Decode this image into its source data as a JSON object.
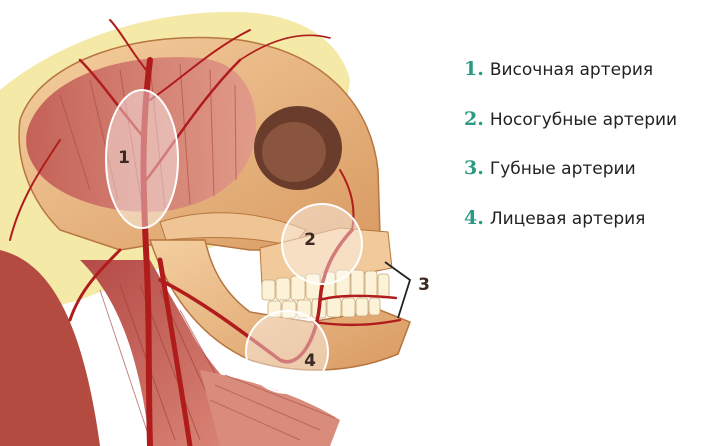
{
  "colors": {
    "accent": "#2a9a82",
    "artery": "#b01c1c",
    "bone": "#e8b887",
    "muscle": "#c76a5a",
    "skin": "#f4e9a6"
  },
  "legend": [
    {
      "number": "1.",
      "label": "Височная артерия"
    },
    {
      "number": "2.",
      "label": "Носогубные артерии"
    },
    {
      "number": "3.",
      "label": "Губные артерии"
    },
    {
      "number": "4.",
      "label": "Лицевая артерия"
    }
  ],
  "markers": {
    "m1": "1",
    "m2": "2",
    "m3": "3",
    "m4": "4"
  }
}
